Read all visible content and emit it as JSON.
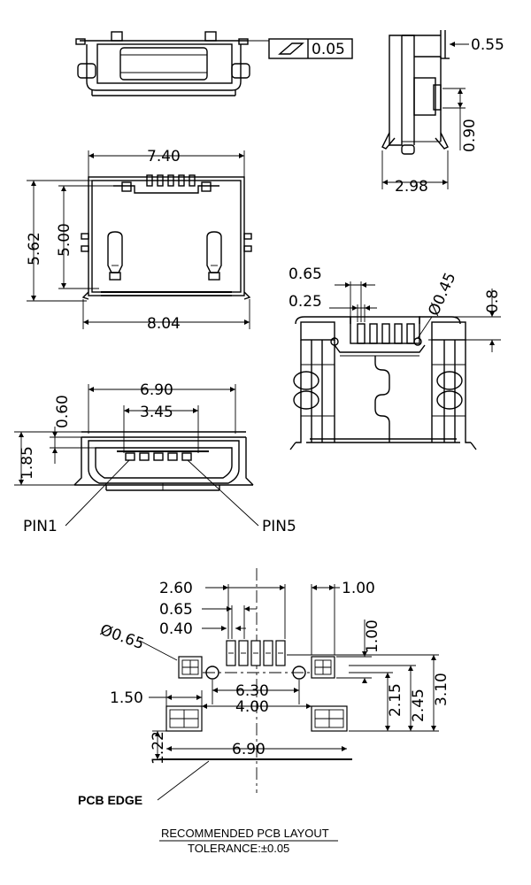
{
  "flatness": {
    "symbol": "flatness-symbol",
    "value": "0.05"
  },
  "side_view": {
    "dim_top": "0.55",
    "dim_mid": "0.90",
    "dim_width": "2.98"
  },
  "top_view": {
    "dim_width": "7.40",
    "dim_height_outer": "5.62",
    "dim_height_inner": "5.00",
    "dim_bottom": "8.04"
  },
  "pin_view": {
    "dim_pitch": "0.65",
    "dim_pin_width": "0.25",
    "dim_hole": "Ø0.45",
    "dim_height": "0.8"
  },
  "front_view": {
    "dim_width": "6.90",
    "dim_inner": "3.45",
    "dim_top": "0.60",
    "dim_height": "1.85",
    "pin1_label": "PIN1",
    "pin5_label": "PIN5"
  },
  "pcb_layout": {
    "dim_2_60": "2.60",
    "dim_0_65": "0.65",
    "dim_0_40": "0.40",
    "dim_1_00_top": "1.00",
    "dim_1_00_side": "1.00",
    "dim_hole": "Ø0.65",
    "dim_6_30": "6.30",
    "dim_4_00": "4.00",
    "dim_1_50": "1.50",
    "dim_2_15": "2.15",
    "dim_2_45": "2.45",
    "dim_3_10": "3.10",
    "dim_1_22": "1.22",
    "dim_6_90": "6.90",
    "pcb_edge_label": "PCB EDGE",
    "title": "RECOMMENDED  PCB  LAYOUT",
    "tolerance": "TOLERANCE:±0.05"
  }
}
